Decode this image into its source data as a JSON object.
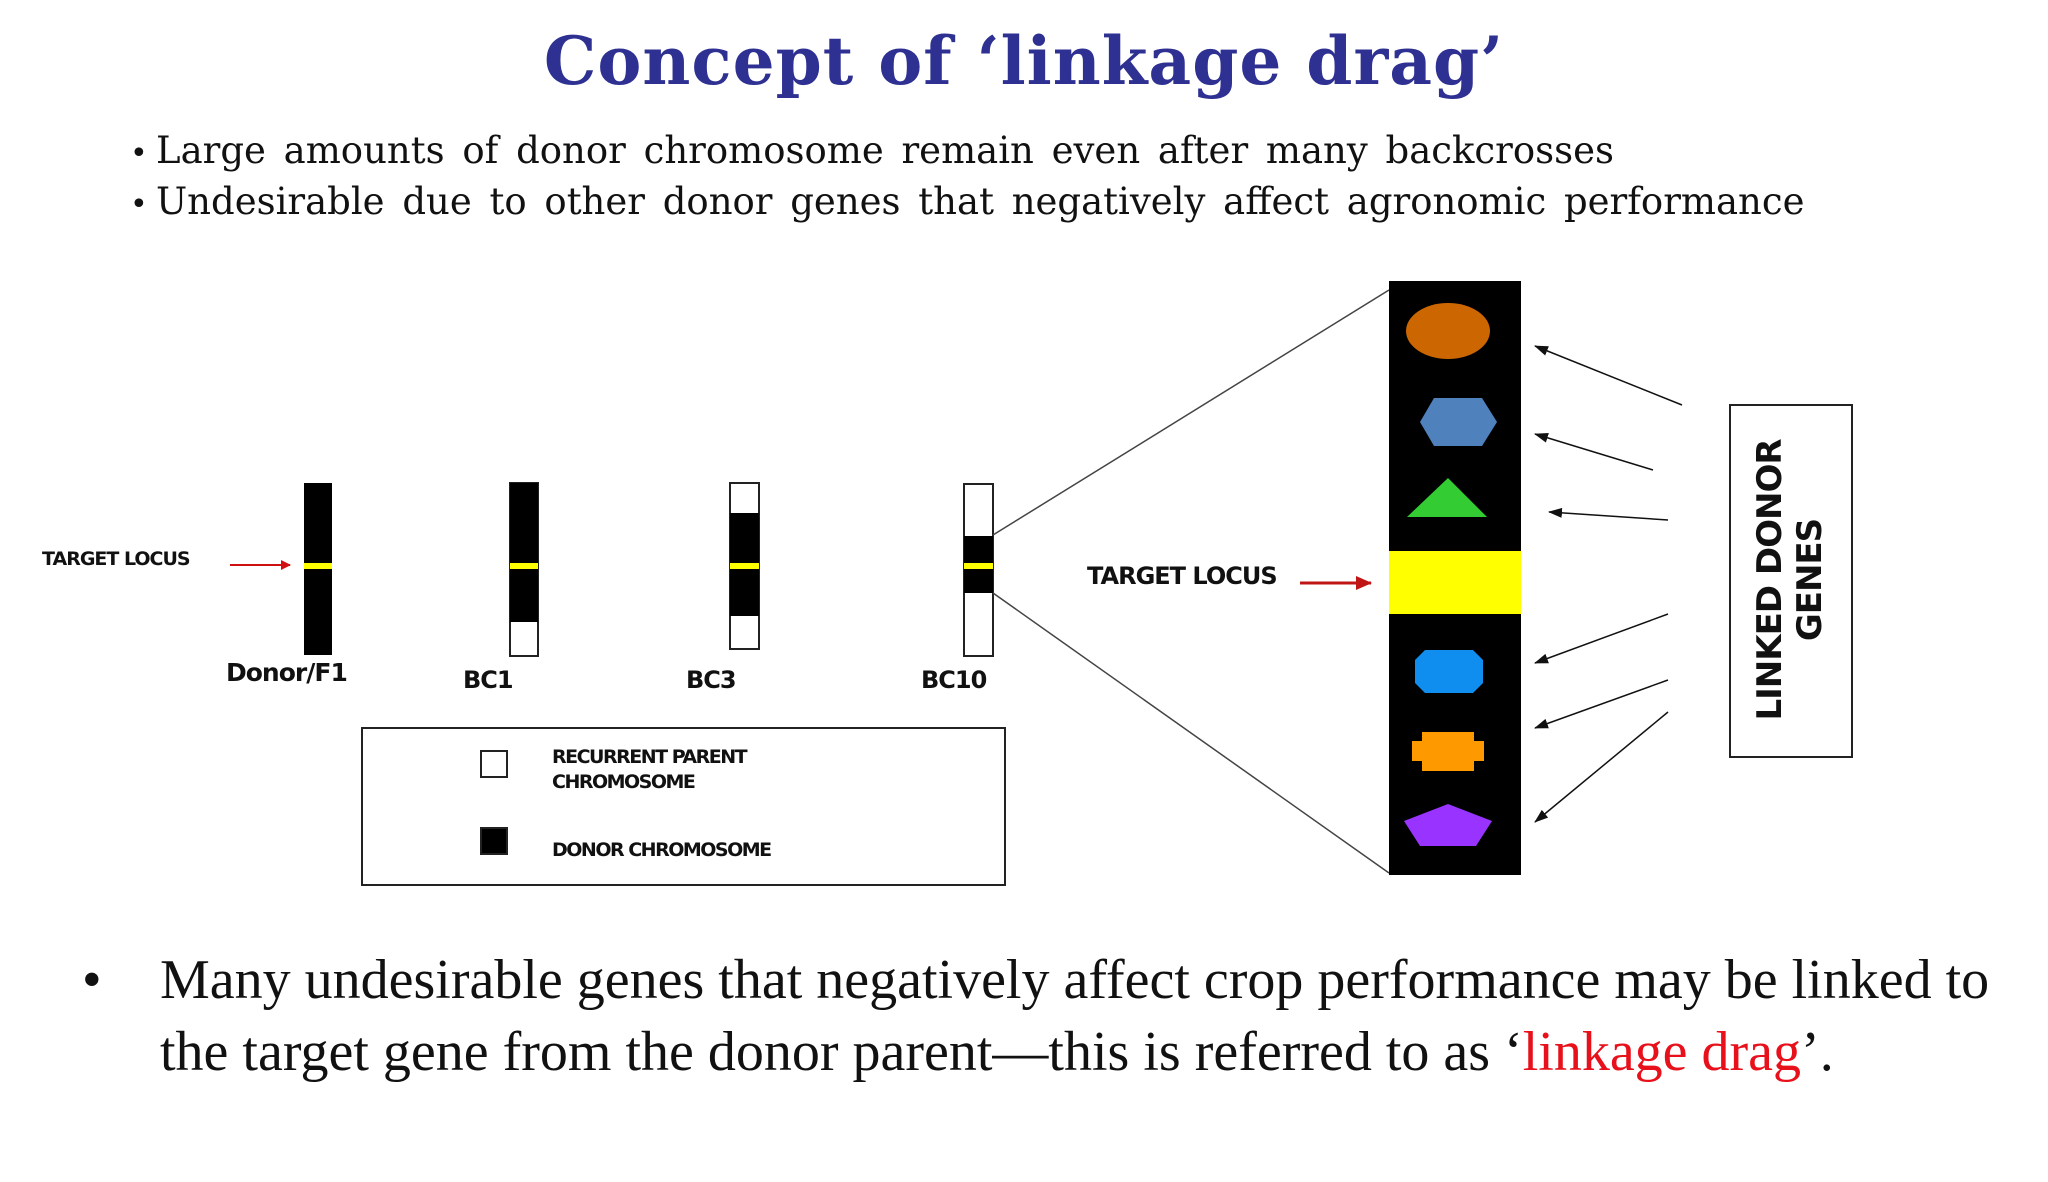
{
  "title": "Concept of ‘linkage drag’",
  "top_bullets": [
    "Large amounts of donor chromosome remain even after many backcrosses",
    "Undesirable due to other donor genes that negatively affect agronomic performance"
  ],
  "diagram": {
    "target_locus_left": "TARGET LOCUS",
    "target_locus_right": "TARGET LOCUS",
    "chromosome_labels": [
      "Donor/F1",
      "BC1",
      "BC3",
      "BC10"
    ],
    "legend": {
      "recurrent_line1": "RECURRENT PARENT",
      "recurrent_line2": "CHROMOSOME",
      "donor": "DONOR CHROMOSOME"
    },
    "linked_genes_line1": "LINKED DONOR",
    "linked_genes_line2": "GENES",
    "colors": {
      "target_locus": "#ffff00",
      "gene_oval": "#cc6600",
      "gene_hexagon": "#4f81bd",
      "gene_triangle": "#33cc33",
      "gene_rounded": "#0f8ef0",
      "gene_cross": "#ff9900",
      "gene_pentagon": "#9933ff",
      "arrow_red": "#d01010"
    }
  },
  "bottom": {
    "bullet": "•",
    "text_main": "Many undesirable genes that negatively affect crop performance may be linked to the target gene from the donor parent—this is referred to as ‘",
    "text_red": "linkage drag",
    "text_end": "’."
  }
}
